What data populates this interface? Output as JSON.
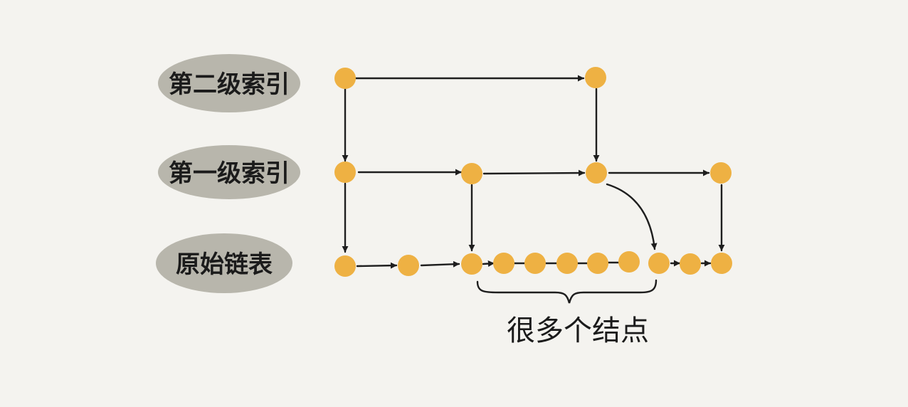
{
  "labels": {
    "level2_index": "第二级索引",
    "level1_index": "第一级索引",
    "original_list": "原始链表",
    "many_nodes": "很多个结点"
  },
  "colors": {
    "background": "#f4f3ef",
    "label_pill": "#b8b6ac",
    "node_fill": "#eeb143",
    "edge": "#1e1e1e"
  }
}
